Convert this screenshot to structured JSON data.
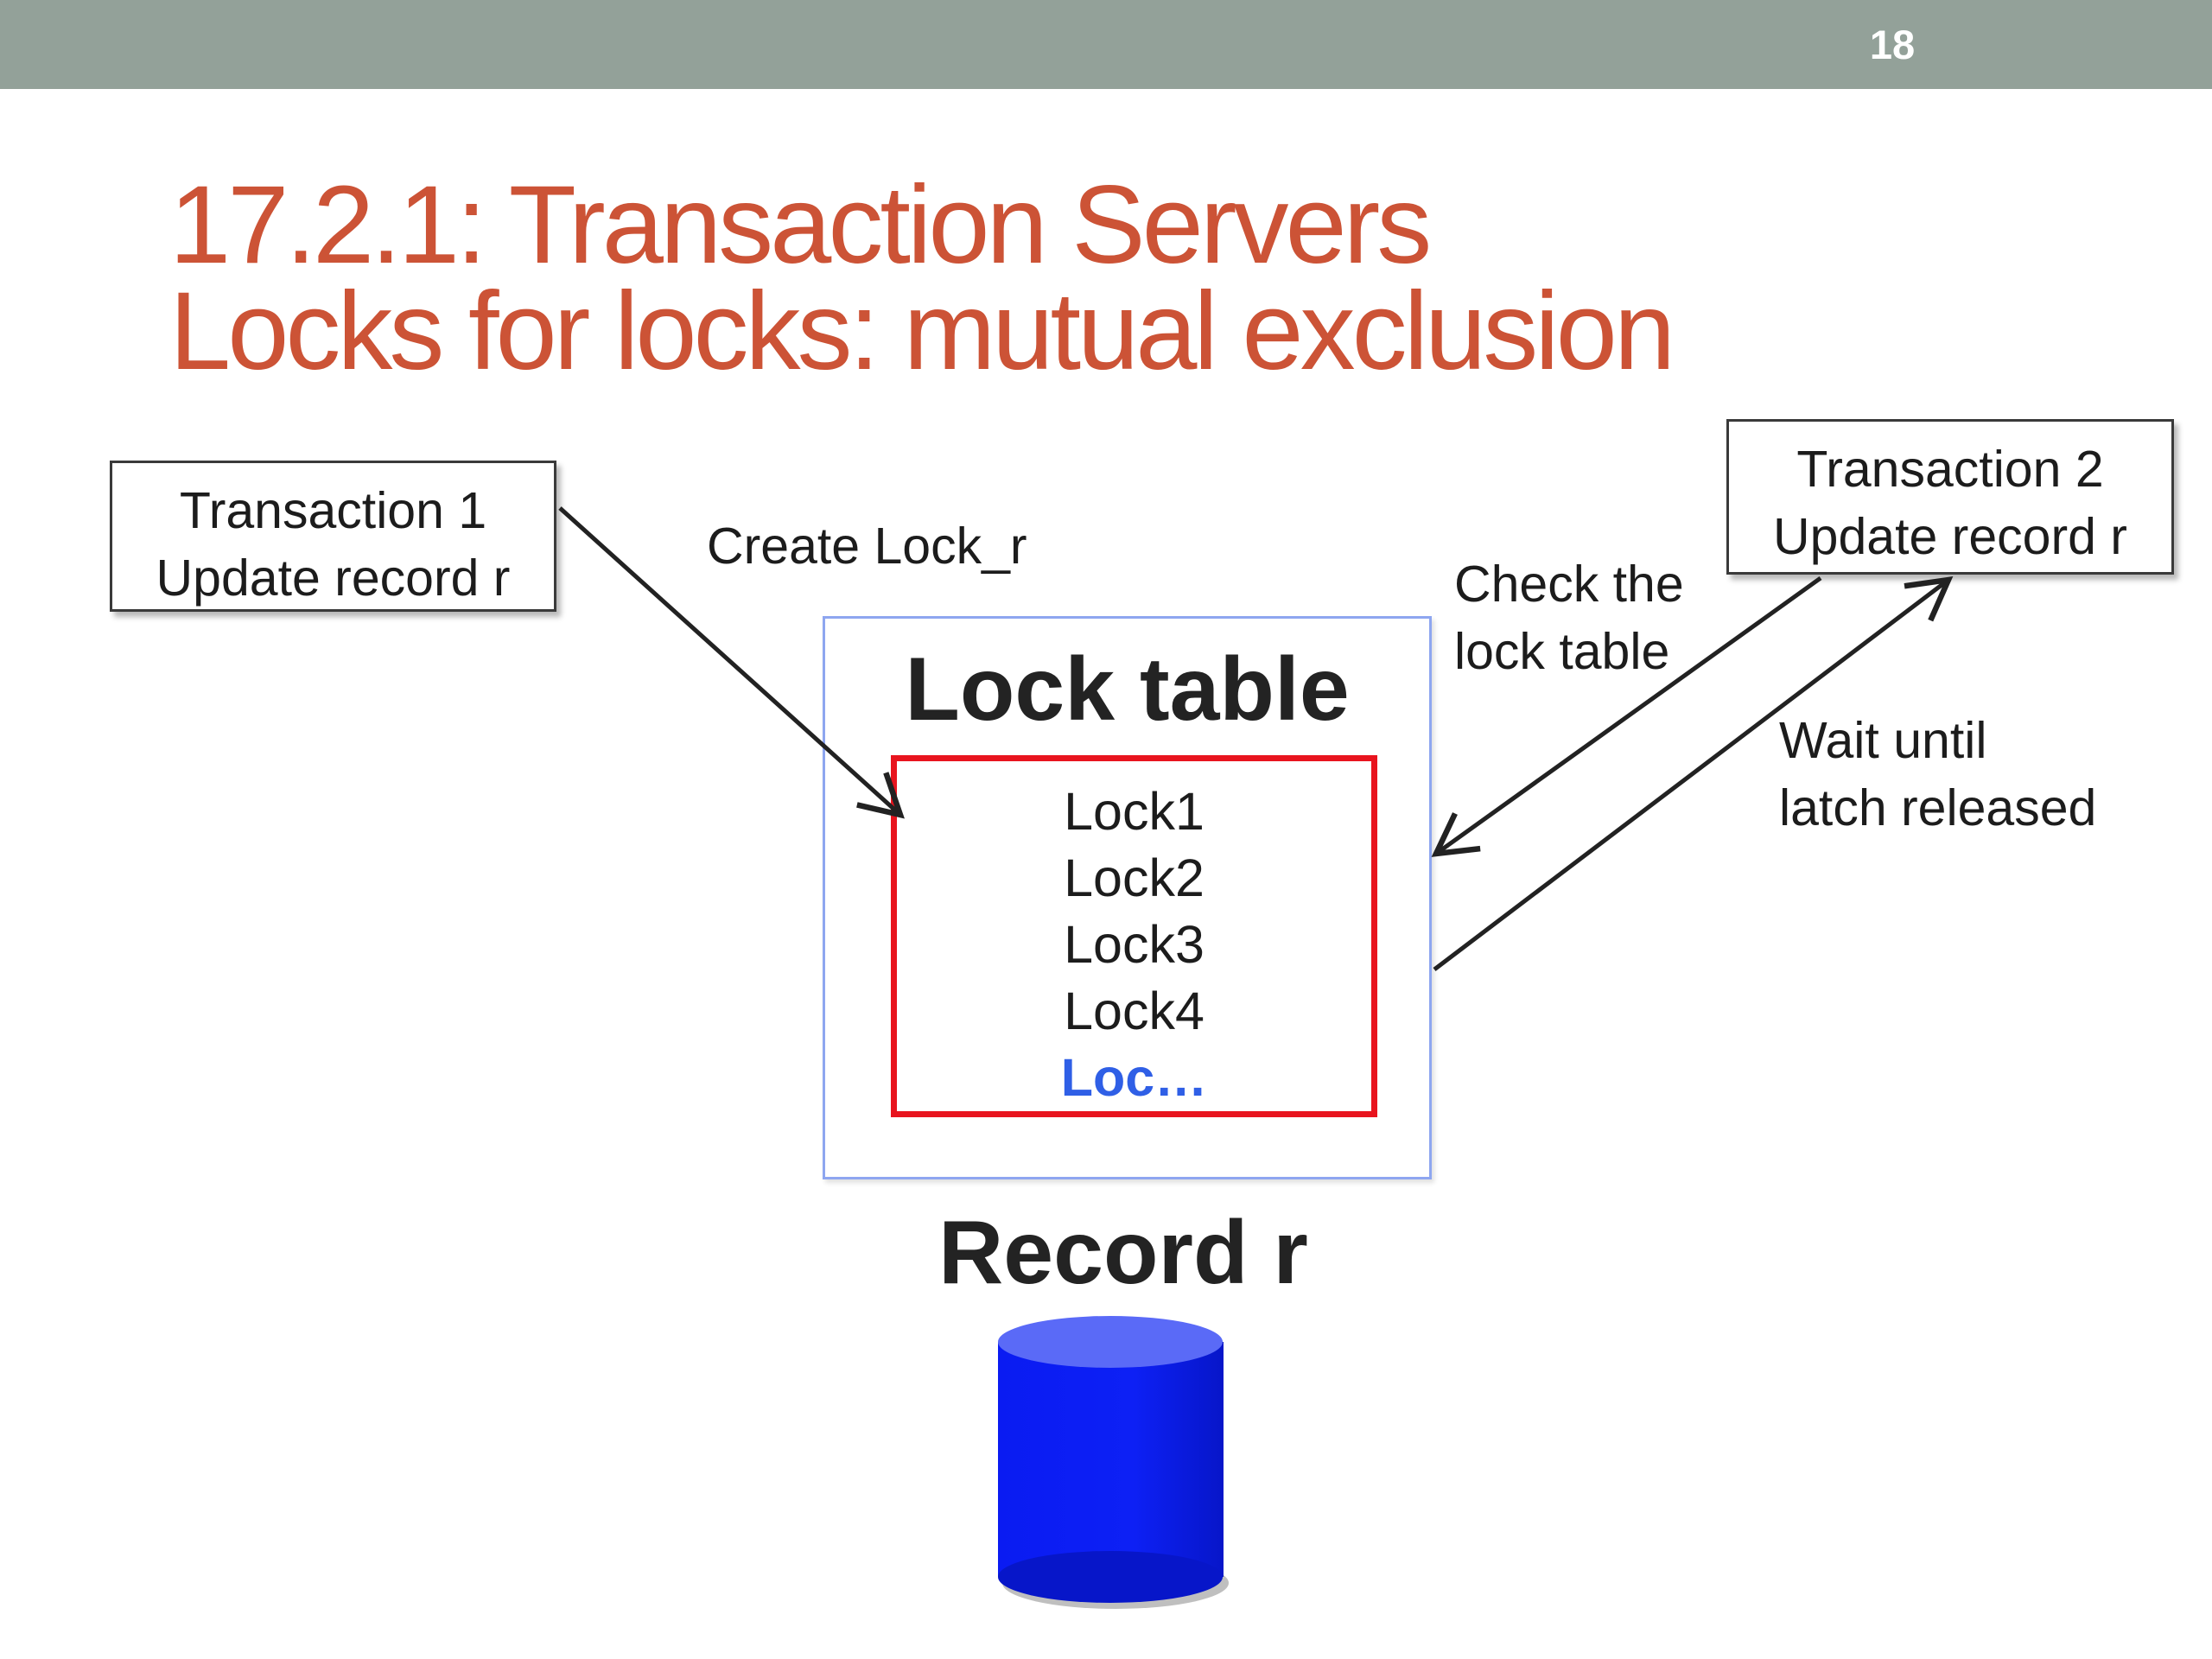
{
  "slide_number": "18",
  "title": {
    "line1": "17.2.1: Transaction Servers",
    "line2": "Locks for locks: mutual exclusion"
  },
  "transaction1": {
    "name": "Transaction 1",
    "action": "Update record r"
  },
  "transaction2": {
    "name": "Transaction 2",
    "action": "Update record r"
  },
  "edges": {
    "create_lock": "Create Lock_r",
    "check_table": {
      "line1": "Check the",
      "line2": "lock table"
    },
    "wait_until": {
      "line1": "Wait until",
      "line2": "latch released"
    }
  },
  "lock_table": {
    "title": "Lock table",
    "items": [
      "Lock1",
      "Lock2",
      "Lock3",
      "Lock4"
    ],
    "more": "Loc…"
  },
  "record": {
    "title": "Record r"
  },
  "colors": {
    "title": "#cc5336",
    "top_bar": "#93a199",
    "lock_list_border": "#e8141e",
    "lock_table_border": "#8ea6f0",
    "more_item": "#2f5fe6",
    "database": "#0a1bf2"
  }
}
